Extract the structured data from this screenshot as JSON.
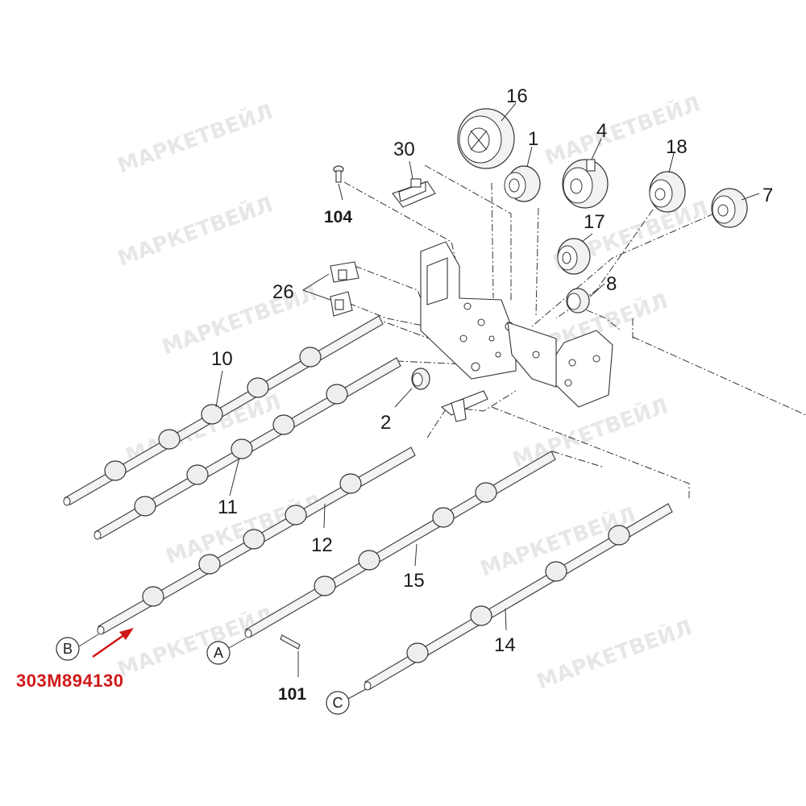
{
  "callouts": {
    "c1": "1",
    "c2": "2",
    "c4": "4",
    "c7": "7",
    "c8": "8",
    "c10": "10",
    "c11": "11",
    "c12": "12",
    "c14": "14",
    "c15": "15",
    "c16": "16",
    "c17": "17",
    "c18": "18",
    "c26": "26",
    "c30": "30",
    "c101": "101",
    "c104": "104"
  },
  "reference_circles": {
    "a": "A",
    "b": "B",
    "c": "C"
  },
  "highlight": {
    "part_number": "303M894130",
    "color": "#d01818"
  },
  "watermark": {
    "text": "МАРКЕТВЕЙЛ"
  }
}
